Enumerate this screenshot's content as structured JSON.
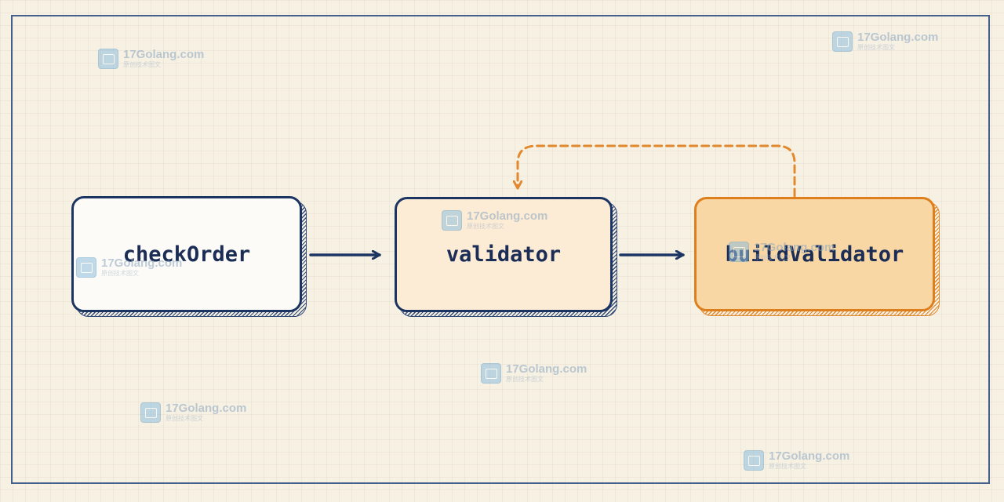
{
  "diagram": {
    "nodes": [
      {
        "id": "checkOrder",
        "label": "checkOrder",
        "style": "plain"
      },
      {
        "id": "validator",
        "label": "validator",
        "style": "light-orange"
      },
      {
        "id": "buildValidator",
        "label": "buildValidator",
        "style": "orange"
      }
    ],
    "edges": [
      {
        "from": "checkOrder",
        "to": "validator",
        "style": "solid"
      },
      {
        "from": "validator",
        "to": "buildValidator",
        "style": "solid"
      },
      {
        "from": "buildValidator",
        "to": "validator",
        "style": "dashed",
        "color": "#e2892d"
      }
    ]
  },
  "watermark": {
    "text": "17Golang.com",
    "subtext": "原创技术图文"
  },
  "colors": {
    "background": "#f7f1e4",
    "navy": "#1b3461",
    "orange": "#e2892d",
    "frame": "#44618c"
  }
}
